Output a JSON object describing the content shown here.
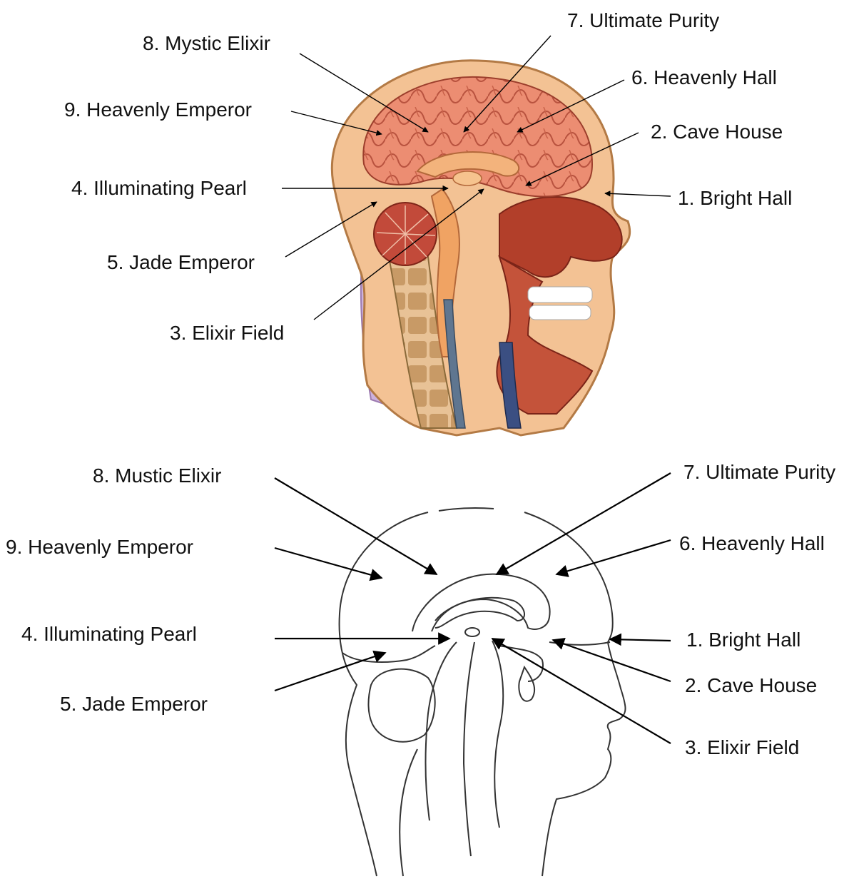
{
  "top_diagram": {
    "labels": {
      "bright_hall": "1. Bright Hall",
      "cave_house": "2. Cave House",
      "elixir_field": "3. Elixir Field",
      "illuminating_pearl": "4. Illuminating Pearl",
      "jade_emperor": "5. Jade Emperor",
      "heavenly_hall": "6. Heavenly Hall",
      "ultimate_purity": "7. Ultimate Purity",
      "mystic_elixir": "8. Mystic Elixir",
      "heavenly_emperor": "9. Heavenly Emperor"
    }
  },
  "bottom_diagram": {
    "labels": {
      "bright_hall": "1. Bright Hall",
      "cave_house": "2. Cave House",
      "elixir_field": "3. Elixir Field",
      "illuminating_pearl": "4. Illuminating Pearl",
      "jade_emperor": "5. Jade Emperor",
      "heavenly_hall": "6. Heavenly Hall",
      "ultimate_purity": "7. Ultimate Purity",
      "mystic_elixir": "8. Mustic Elixir",
      "heavenly_emperor": "9. Heavenly Emperor"
    }
  },
  "colors": {
    "brain": "#e9846a",
    "skin": "#f2b98a",
    "muscle": "#b8402b",
    "neck": "#c7a6d6",
    "line": "#000000"
  }
}
